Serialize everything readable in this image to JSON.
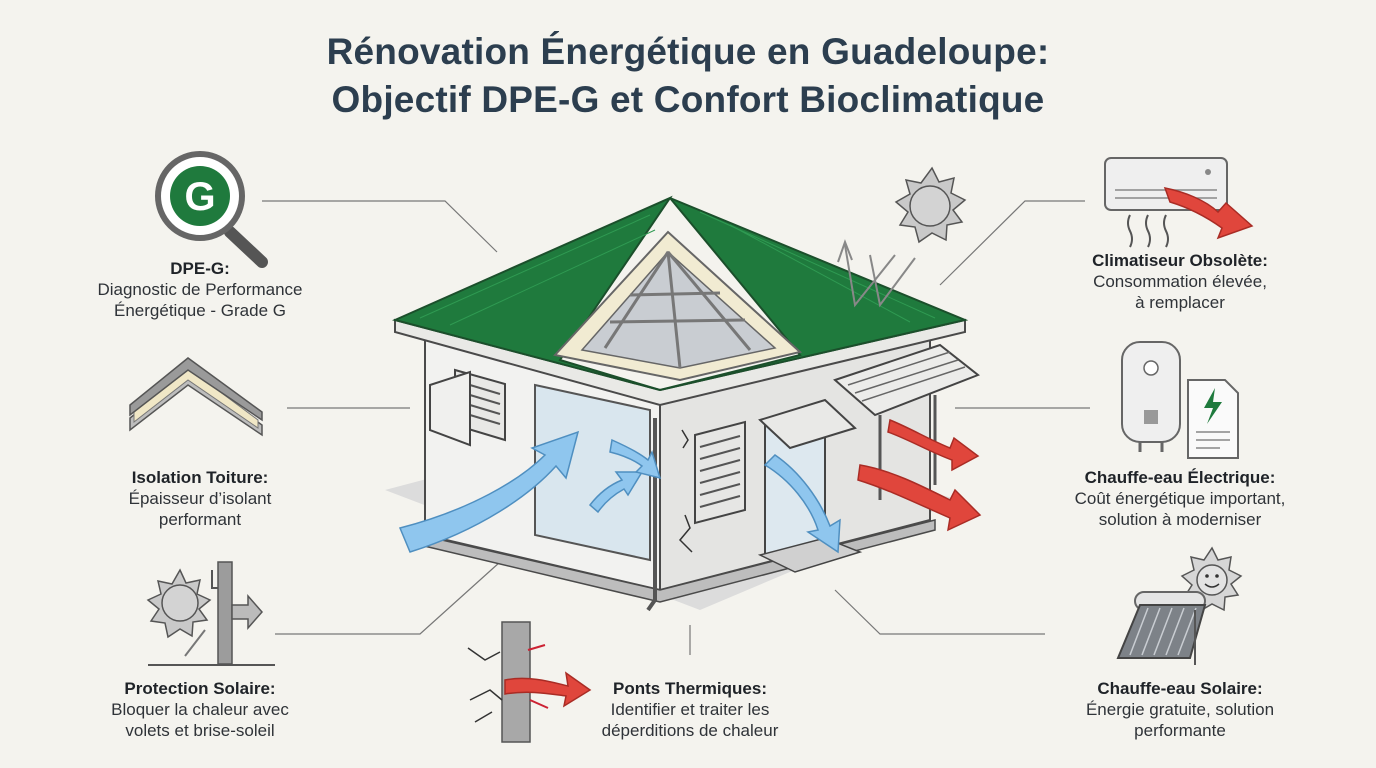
{
  "title": {
    "line1": "Rénovation Énergétique en Guadeloupe:",
    "line2": "Objectif DPE-G et Confort Bioclimatique"
  },
  "dpe_badge": "G",
  "callouts": {
    "dpe": {
      "head": "DPE-G:",
      "desc1": "Diagnostic de Performance",
      "desc2": "Énergétique - Grade G"
    },
    "isolation": {
      "head": "Isolation Toiture:",
      "desc1": "Épaisseur d’isolant",
      "desc2": "performant"
    },
    "protection": {
      "head": "Protection Solaire:",
      "desc1": "Bloquer la chaleur avec",
      "desc2": "volets et brise-soleil"
    },
    "ponts": {
      "head": "Ponts Thermiques:",
      "desc1": "Identifier et traiter les",
      "desc2": "déperditions de chaleur"
    },
    "clim": {
      "head": "Climatiseur Obsolète:",
      "desc1": "Consommation élevée,",
      "desc2": "à remplacer"
    },
    "chauffe_elec": {
      "head": "Chauffe-eau Électrique:",
      "desc1": "Coût énergétique important,",
      "desc2": "solution à moderniser"
    },
    "chauffe_solaire": {
      "head": "Chauffe-eau Solaire:",
      "desc1": "Énergie gratuite, solution",
      "desc2": "performante"
    }
  },
  "colors": {
    "roof_green": "#1f7a3d",
    "cool_air_blue": "#8fc6ee",
    "heat_red": "#e0463c",
    "title_navy": "#2c3e4f"
  }
}
